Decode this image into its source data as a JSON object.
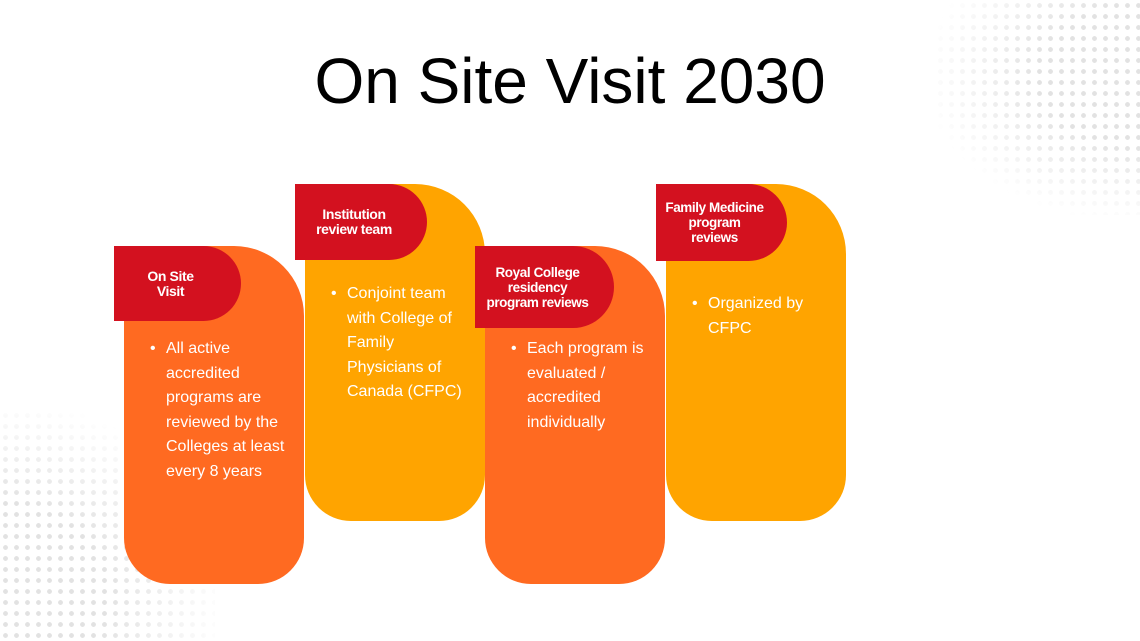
{
  "title": "On Site Visit 2030",
  "colors": {
    "orange": "#ff6a21",
    "amber": "#ffa400",
    "red": "#d3111f"
  },
  "cards": [
    {
      "tab_lines": [
        "On Site",
        "Visit"
      ],
      "bullets": [
        "All active accredited programs are reviewed by the Colleges at least every 8 years"
      ]
    },
    {
      "tab_lines": [
        "Institution",
        "review team"
      ],
      "bullets": [
        "Conjoint team with College of Family Physicians of Canada (CFPC)"
      ]
    },
    {
      "tab_lines": [
        "Royal College",
        "residency",
        "program reviews"
      ],
      "bullets": [
        "Each program is evaluated / accredited individually"
      ]
    },
    {
      "tab_lines": [
        "Family Medicine",
        "program",
        "reviews"
      ],
      "bullets": [
        "Organized by CFPC"
      ]
    }
  ]
}
